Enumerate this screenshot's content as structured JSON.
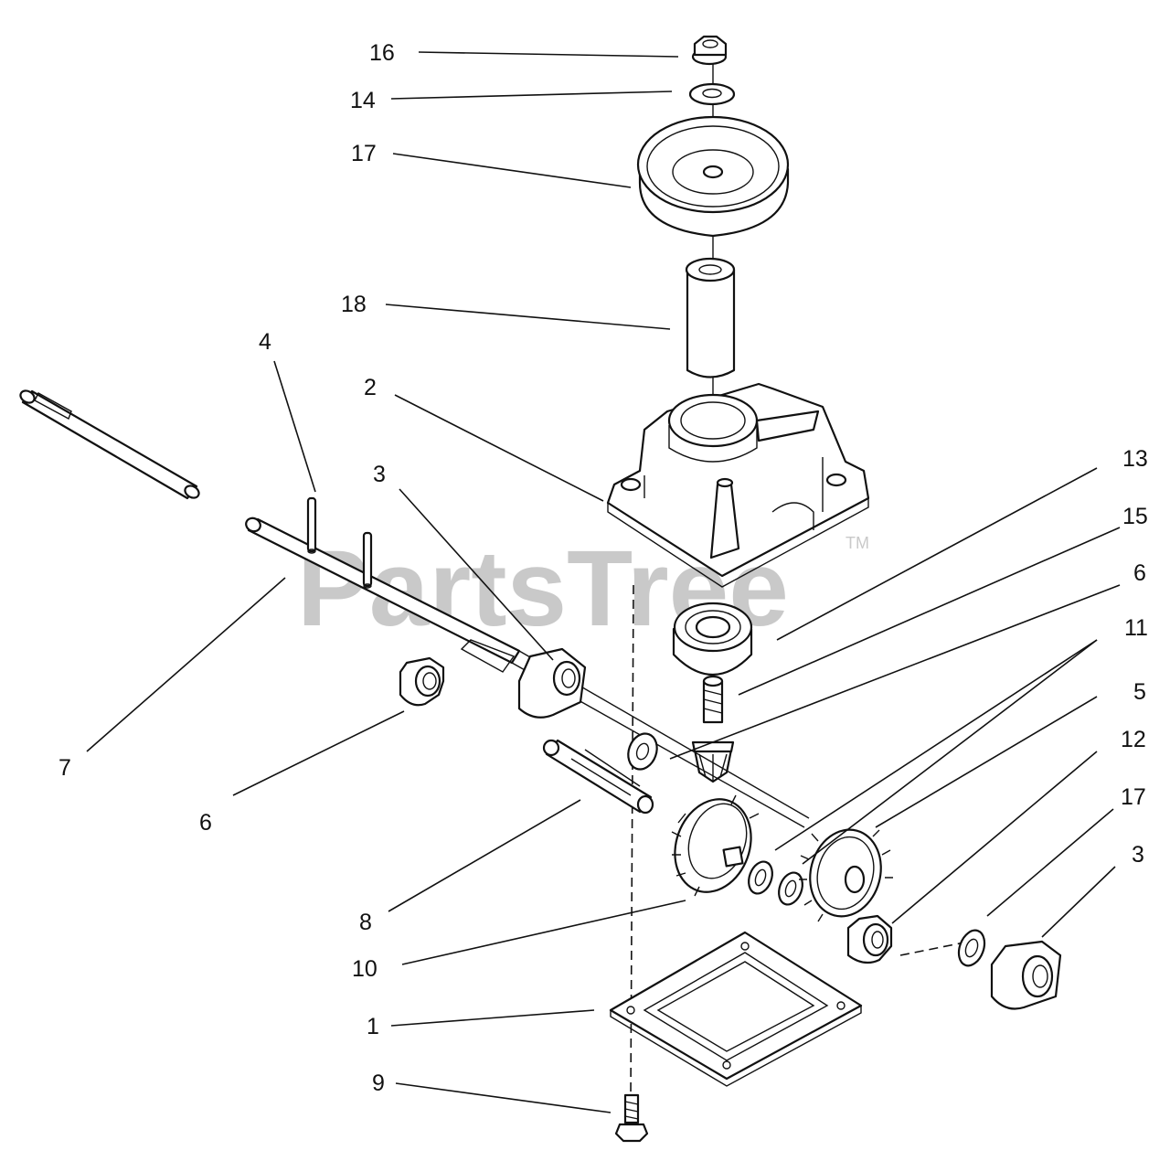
{
  "watermark": {
    "text": "PartsTree",
    "trademark": "TM"
  },
  "callouts": {
    "c16": "16",
    "c14": "14",
    "c17a": "17",
    "c18": "18",
    "c4": "4",
    "c2": "2",
    "c3a": "3",
    "c13": "13",
    "c15": "15",
    "c6a": "6",
    "c11": "11",
    "c5": "5",
    "c12": "12",
    "c17b": "17",
    "c3b": "3",
    "c7": "7",
    "c6b": "6",
    "c8": "8",
    "c10": "10",
    "c1": "1",
    "c9": "9"
  }
}
